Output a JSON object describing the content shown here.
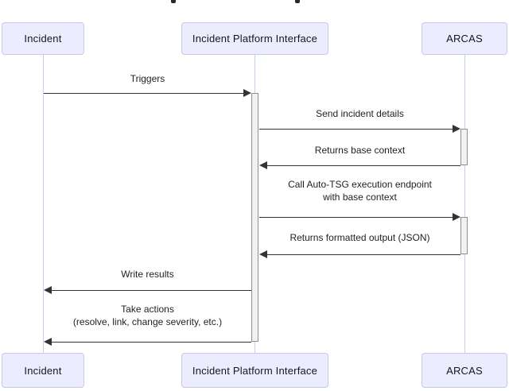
{
  "diagram": {
    "type": "sequence-diagram",
    "actors": [
      {
        "id": "incident",
        "label": "Incident"
      },
      {
        "id": "ipi",
        "label": "Incident Platform Interface"
      },
      {
        "id": "arcas",
        "label": "ARCAS"
      }
    ],
    "messages": [
      {
        "from": "Incident",
        "to": "Incident Platform Interface",
        "direction": "right",
        "label": "Triggers"
      },
      {
        "from": "Incident Platform Interface",
        "to": "ARCAS",
        "direction": "right",
        "label": "Send incident details"
      },
      {
        "from": "ARCAS",
        "to": "Incident Platform Interface",
        "direction": "left",
        "label": "Returns base context"
      },
      {
        "from": "Incident Platform Interface",
        "to": "ARCAS",
        "direction": "right",
        "label": "Call Auto-TSG execution endpoint\nwith base context"
      },
      {
        "from": "ARCAS",
        "to": "Incident Platform Interface",
        "direction": "left",
        "label": "Returns formatted output (JSON)"
      },
      {
        "from": "Incident Platform Interface",
        "to": "Incident",
        "direction": "left",
        "label": "Write results"
      },
      {
        "from": "Incident Platform Interface",
        "to": "Incident",
        "direction": "left",
        "label": "Take actions\n(resolve, link, change severity, etc.)"
      }
    ],
    "activations": [
      {
        "actor": "Incident Platform Interface",
        "from_message": "Triggers",
        "to_message": "Take actions"
      },
      {
        "actor": "ARCAS",
        "from_message": "Send incident details",
        "to_message": "Returns base context"
      },
      {
        "actor": "ARCAS",
        "from_message": "Call Auto-TSG execution endpoint",
        "to_message": "Returns formatted output (JSON)"
      }
    ],
    "colors": {
      "actor_fill": "#ECECFF",
      "actor_border": "#c8c8ea",
      "lifeline": "#cdcdf0",
      "arrow": "#333333",
      "activation_fill": "#f1f1f1",
      "activation_border": "#8f8f8f",
      "text": "#1f1f1f",
      "background": "#ffffff"
    }
  }
}
